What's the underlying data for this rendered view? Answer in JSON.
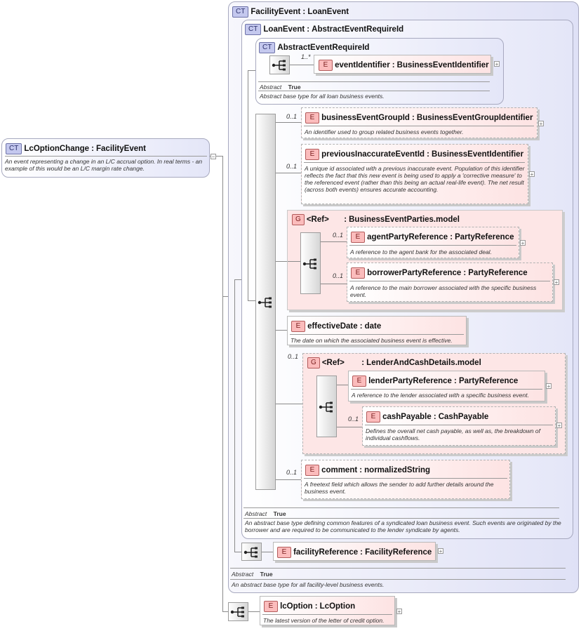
{
  "root": {
    "badge": "CT",
    "name": "LcOptionChange",
    "type": "FacilityEvent",
    "doc": "An event representing a change in an L/C accrual option. In real terms - an example of this would be an L/C margin rate change."
  },
  "facility_event": {
    "badge": "CT",
    "name": "FacilityEvent",
    "type": "LoanEvent",
    "abstract_label": "Abstract",
    "abstract_value": "True",
    "doc": "An abstract base type for all facility-level business events."
  },
  "loan_event": {
    "badge": "CT",
    "name": "LoanEvent",
    "type": "AbstractEventRequireId",
    "abstract_label": "Abstract",
    "abstract_value": "True",
    "doc": "An abstract base type defining common features of a syndicated loan business event. Such events are originated by the borrower and are required to be communicated to the lender syndicate by agents."
  },
  "abstract_event": {
    "badge": "CT",
    "name": "AbstractEventRequireId",
    "abstract_label": "Abstract",
    "abstract_value": "True",
    "doc": "Abstract base type for all loan business events.",
    "element": {
      "badge": "E",
      "name": "eventIdentifier",
      "type": "BusinessEventIdentifier",
      "card": "1..*"
    }
  },
  "elements": {
    "business_event_group_id": {
      "badge": "E",
      "name": "businessEventGroupId",
      "type": "BusinessEventGroupIdentifier",
      "card": "0..1",
      "doc": "An identifier used to group related business events together."
    },
    "previous_inaccurate_event_id": {
      "badge": "E",
      "name": "previousInaccurateEventId",
      "type": "BusinessEventIdentifier",
      "card": "0..1",
      "doc": "A unique id associated with a previous inaccurate event. Population of this identifier reflects the fact that this new event is being used to apply a 'corrective measure' to the referenced event (rather than this being an actual real-life event). The net result (across both events) ensures accurate accounting."
    },
    "effective_date": {
      "badge": "E",
      "name": "effectiveDate",
      "type": "date",
      "doc": "The date on which the associated business event is effective."
    },
    "comment": {
      "badge": "E",
      "name": "comment",
      "type": "normalizedString",
      "card": "0..1",
      "doc": "A freetext field which allows the sender to add further details around the business event."
    },
    "facility_reference": {
      "badge": "E",
      "name": "facilityReference",
      "type": "FacilityReference"
    },
    "lc_option": {
      "badge": "E",
      "name": "lcOption",
      "type": "LcOption",
      "doc": "The latest version of the letter of credit option."
    }
  },
  "group_parties": {
    "badge": "G",
    "ref": "<Ref>",
    "name": "BusinessEventParties.model",
    "agent": {
      "badge": "E",
      "name": "agentPartyReference",
      "type": "PartyReference",
      "card": "0..1",
      "doc": "A reference to the agent bank for the associated deal."
    },
    "borrower": {
      "badge": "E",
      "name": "borrowerPartyReference",
      "type": "PartyReference",
      "card": "0..1",
      "doc": "A reference to the main borrower associated with the specific business event."
    }
  },
  "group_lender": {
    "badge": "G",
    "ref": "<Ref>",
    "name": "LenderAndCashDetails.model",
    "card": "0..1",
    "lender": {
      "badge": "E",
      "name": "lenderPartyReference",
      "type": "PartyReference",
      "doc": "A reference to the lender associated with a specific business event."
    },
    "cash": {
      "badge": "E",
      "name": "cashPayable",
      "type": "CashPayable",
      "card": "0..1",
      "doc": "Defines the overall net cash payable, as well as, the breakdown of individual cashflows."
    }
  },
  "colors": {
    "complex_type_bg": "#e4e6f8",
    "element_bg": "#fde3e3",
    "badge_ct": "#c4c8ee",
    "badge_e": "#fbbcbc",
    "connector": "#8a8a8a"
  },
  "icons": {
    "sequence": "sequence-icon",
    "expand": "expand-plus-icon"
  },
  "separator": ":",
  "plus": "+"
}
